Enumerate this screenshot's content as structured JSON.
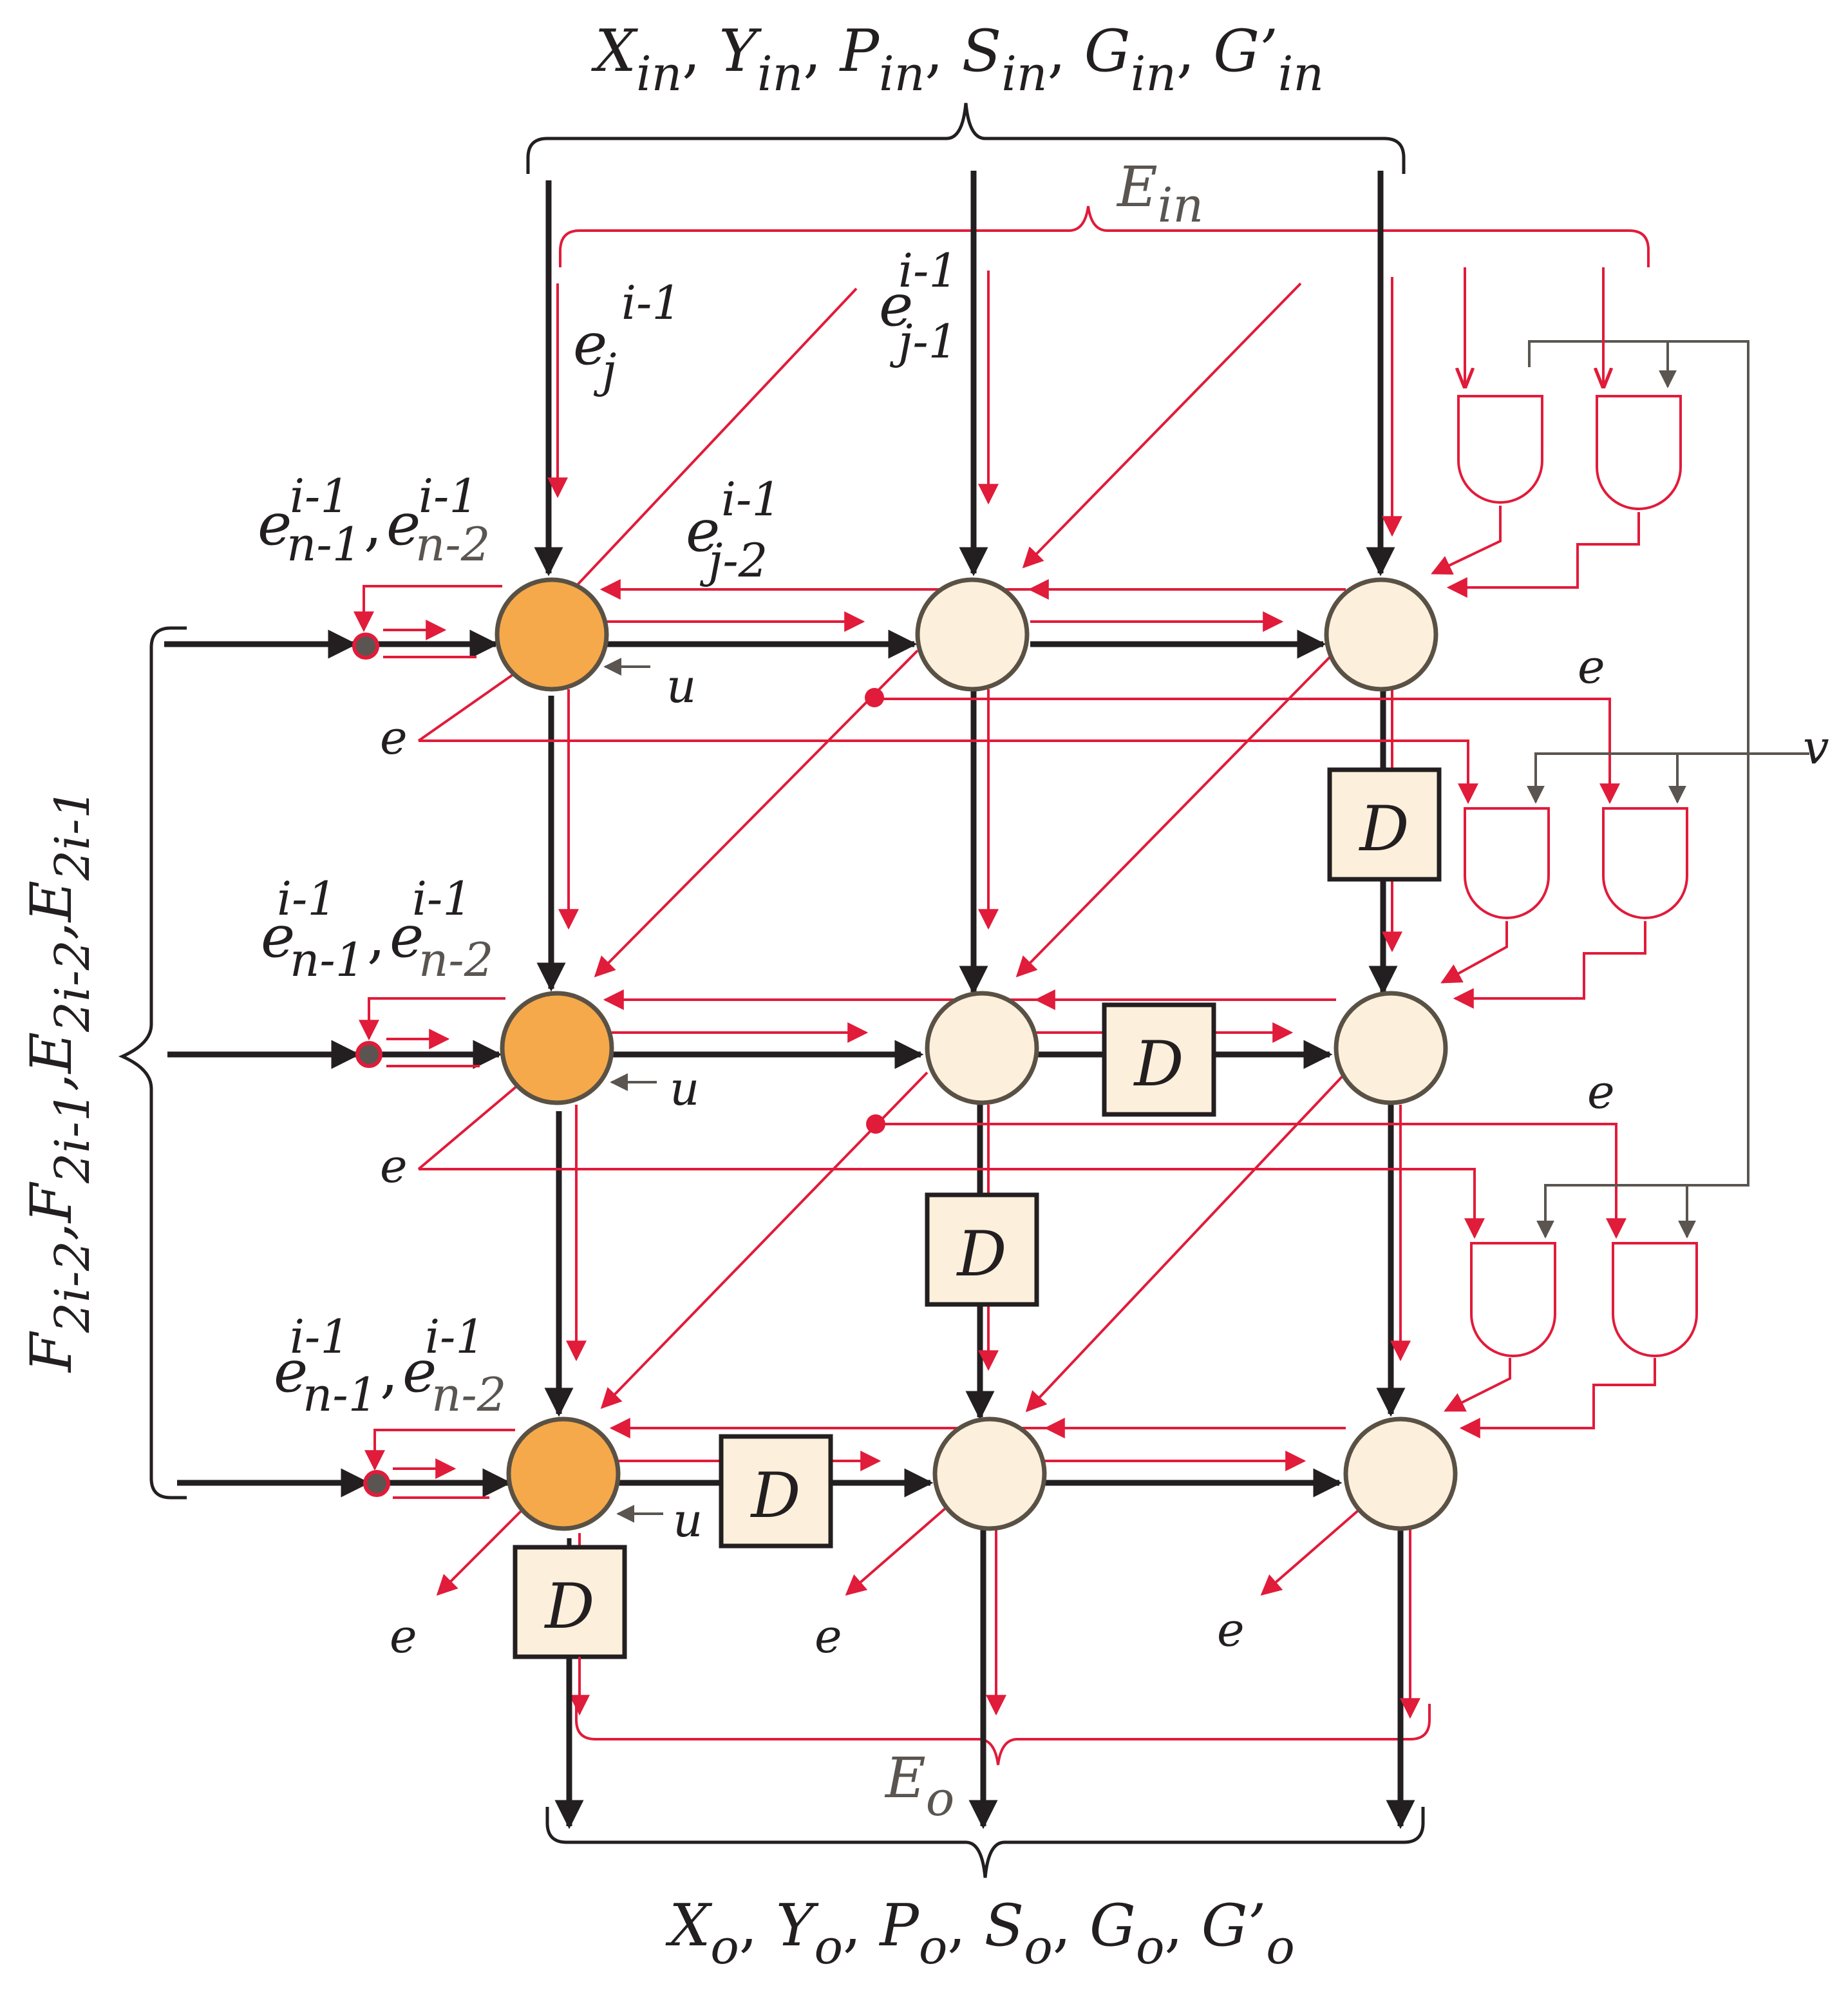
{
  "colors": {
    "black": "#231f20",
    "red": "#e11b3a",
    "gray": "#5a5550",
    "pe_active": "#f5a94b",
    "pe_passive": "#fcefdc",
    "pe_stroke": "#5a5145",
    "delay_fill": "#fcefdc"
  },
  "labels": {
    "top_bus": {
      "x": "X",
      "x_sub": "in",
      "y": "Y",
      "y_sub": "in",
      "p": "P",
      "p_sub": "in",
      "s": "S",
      "s_sub": "in",
      "g": "G",
      "g_sub": "in",
      "gp": "G’",
      "gp_sub": "in",
      "sep": ","
    },
    "bottom_bus": {
      "x": "X",
      "x_sub": "o",
      "y": "Y",
      "y_sub": "o",
      "p": "P",
      "p_sub": "o",
      "s": "S",
      "s_sub": "o",
      "g": "G",
      "g_sub": "o",
      "gp": "G’",
      "gp_sub": "o",
      "sep": ","
    },
    "e_in": {
      "base": "E",
      "sub": "in"
    },
    "e_o": {
      "base": "E",
      "sub": "o"
    },
    "left_bus": {
      "f1": "F",
      "f1_sub": "2i-2",
      "f2": "F",
      "f2_sub": "2i-1",
      "e1": "E",
      "e1_sub": "2i-2",
      "e2": "E",
      "e2_sub": "2i-1",
      "sep": ","
    },
    "e_j": {
      "base": "e",
      "sup": "i-1",
      "sub": "j"
    },
    "e_j1": {
      "base": "e",
      "sup": "i-1",
      "sub": "j-1"
    },
    "e_j2": {
      "base": "e",
      "sup": "i-1",
      "sub": "j-2"
    },
    "e_n1": {
      "base": "e",
      "sup": "i-1",
      "sub": "n-1"
    },
    "e_n2": {
      "base": "e",
      "sup": "i-1",
      "sub": "n-2"
    },
    "e": "e",
    "u": "u",
    "v": "v",
    "d": "D"
  }
}
